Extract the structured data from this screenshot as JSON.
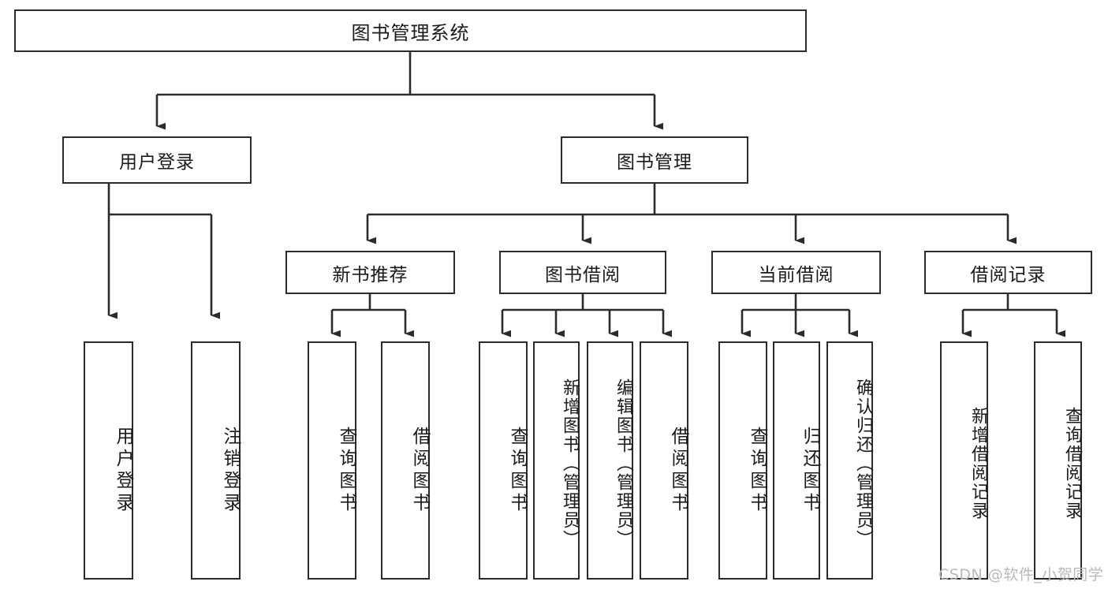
{
  "diagram": {
    "type": "tree",
    "title": "图书管理系统",
    "orientation": "top-down",
    "levels": 4,
    "colors": {
      "box_border": "#2b2b2b",
      "box_fill": "#ffffff",
      "connector": "#2b2b2b",
      "text": "#1a1a1a",
      "watermark": "#b9b9b9",
      "background": "#ffffff"
    }
  },
  "nodes": {
    "root": {
      "label": "图书管理系统",
      "level": 1
    },
    "level2": [
      {
        "id": "user-login",
        "label": "用户登录",
        "level": 2
      },
      {
        "id": "book-management",
        "label": "图书管理",
        "level": 2
      }
    ],
    "level3": [
      {
        "id": "new-book-recommend",
        "label": "新书推荐",
        "level": 3,
        "parent": "book-management"
      },
      {
        "id": "book-borrow",
        "label": "图书借阅",
        "level": 3,
        "parent": "book-management"
      },
      {
        "id": "current-borrow",
        "label": "当前借阅",
        "level": 3,
        "parent": "book-management"
      },
      {
        "id": "borrow-record",
        "label": "借阅记录",
        "level": 3,
        "parent": "book-management"
      }
    ],
    "leaves": [
      {
        "id": "leaf-user-login",
        "label": "用户登录",
        "parent": "user-login"
      },
      {
        "id": "leaf-logout",
        "label": "注销登录",
        "parent": "user-login"
      },
      {
        "id": "leaf-query-book-1",
        "label": "查询图书",
        "parent": "new-book-recommend"
      },
      {
        "id": "leaf-borrow-book-1",
        "label": "借阅图书",
        "parent": "new-book-recommend"
      },
      {
        "id": "leaf-query-book-2",
        "label": "查询图书",
        "parent": "book-borrow"
      },
      {
        "id": "leaf-add-book",
        "label": "新增图书（管理员）",
        "parent": "book-borrow"
      },
      {
        "id": "leaf-edit-book",
        "label": "编辑图书（管理员）",
        "parent": "book-borrow"
      },
      {
        "id": "leaf-borrow-book-2",
        "label": "借阅图书",
        "parent": "book-borrow"
      },
      {
        "id": "leaf-query-book-3",
        "label": "查询图书",
        "parent": "current-borrow"
      },
      {
        "id": "leaf-return-book",
        "label": "归还图书",
        "parent": "current-borrow"
      },
      {
        "id": "leaf-confirm-return",
        "label": "确认归还（管理员）",
        "parent": "current-borrow"
      },
      {
        "id": "leaf-add-record",
        "label": "新增借阅记录",
        "parent": "borrow-record"
      },
      {
        "id": "leaf-query-record",
        "label": "查询借阅记录",
        "parent": "borrow-record"
      }
    ]
  },
  "watermark": {
    "text": "CSDN @软件_小贺同学"
  }
}
